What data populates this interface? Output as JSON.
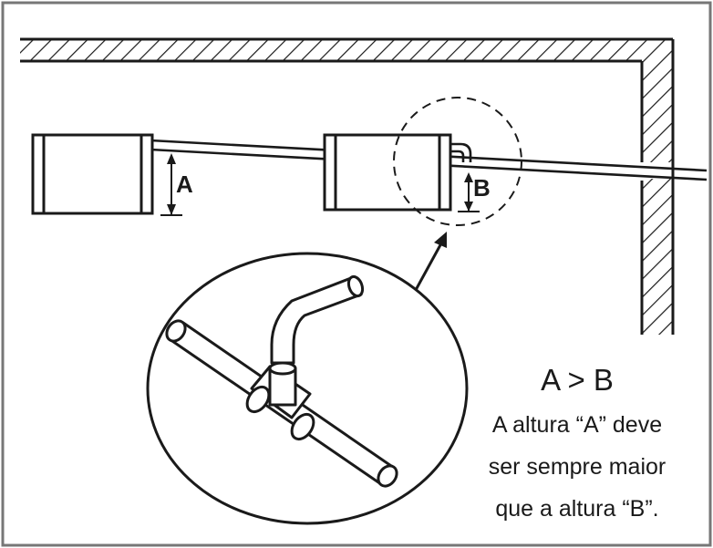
{
  "labels": {
    "height_a": "A",
    "height_b": "B"
  },
  "note": {
    "formula": "A > B",
    "lines": [
      "A altura “A” deve",
      "ser sempre maior",
      "que a altura “B”."
    ]
  },
  "colors": {
    "ink": "#1a1a1a",
    "frame": "#777777",
    "background": "#ffffff"
  }
}
